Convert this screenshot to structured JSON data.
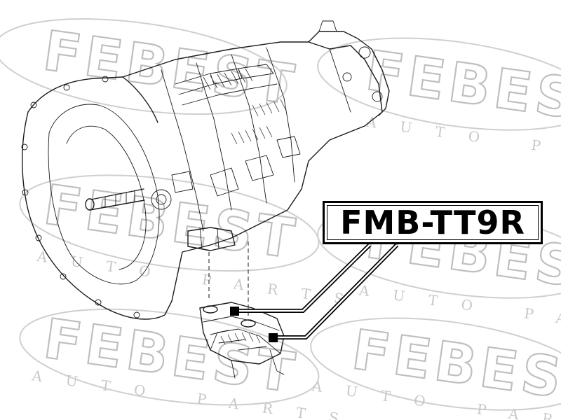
{
  "watermark": {
    "brand": "FEBEST",
    "tagline": "AUTO PARTS"
  },
  "part_label": {
    "text": "FMB-TT9R"
  }
}
